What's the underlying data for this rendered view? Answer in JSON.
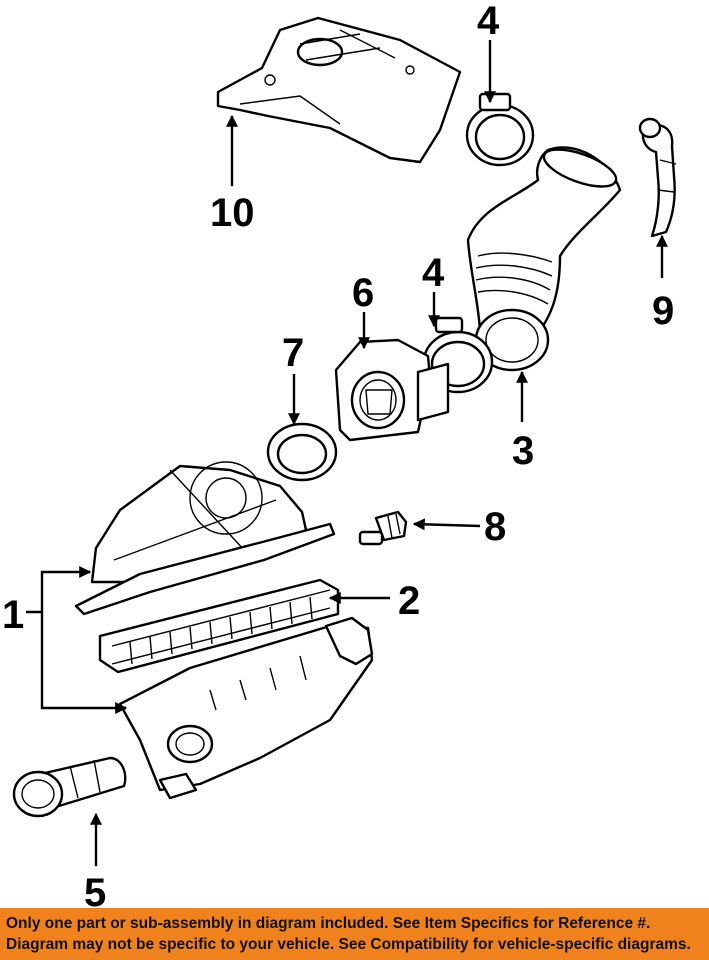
{
  "callouts": {
    "c1": "1",
    "c2": "2",
    "c3": "3",
    "c4a": "4",
    "c4b": "4",
    "c5": "5",
    "c6": "6",
    "c7": "7",
    "c8": "8",
    "c9": "9",
    "c10": "10"
  },
  "disclaimer": {
    "line1": "Only one part or sub-assembly in diagram included. See Item Specifics for Reference #.",
    "line2": "Diagram may not be specific to your vehicle. See Compatibility for vehicle-specific diagrams."
  },
  "colors": {
    "banner_background": "#f0821e",
    "line_art": "#000000",
    "background": "#ffffff"
  }
}
